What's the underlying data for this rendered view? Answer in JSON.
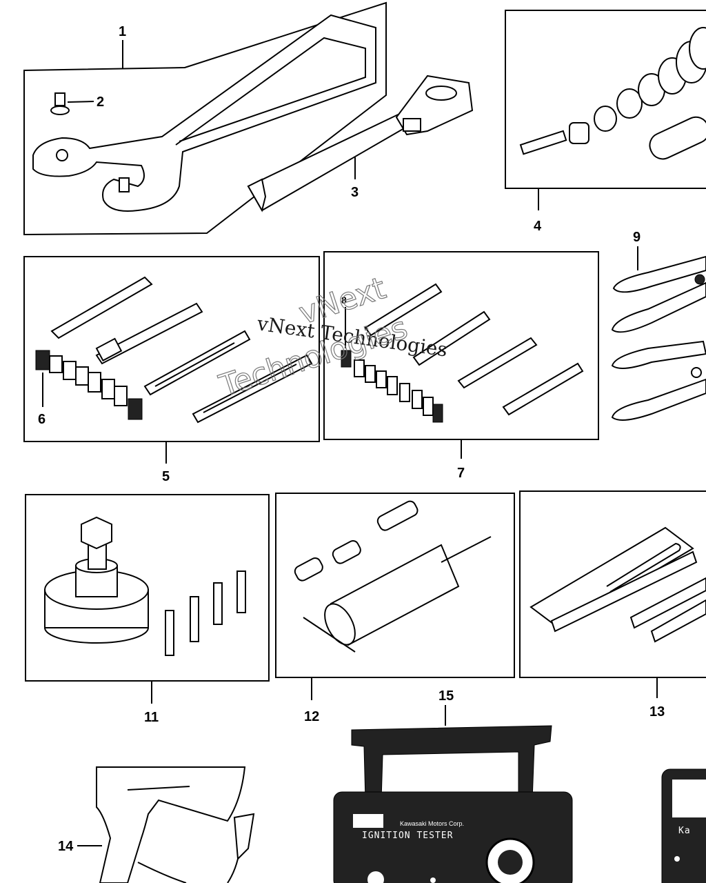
{
  "callouts": {
    "c1": "1",
    "c2": "2",
    "c3": "3",
    "c4": "4",
    "c5": "5",
    "c6": "6",
    "c7": "7",
    "c8": "8",
    "c9": "9",
    "c11": "11",
    "c12": "12",
    "c13": "13",
    "c14": "14",
    "c15": "15"
  },
  "watermark": {
    "line1": "vNext Technologies",
    "line2a": "vNext",
    "line2b": "Technologies"
  },
  "tester": {
    "brand": "Kawasaki Motors Corp.",
    "title": "IGNITION TESTER",
    "right_brand": "Ka"
  }
}
